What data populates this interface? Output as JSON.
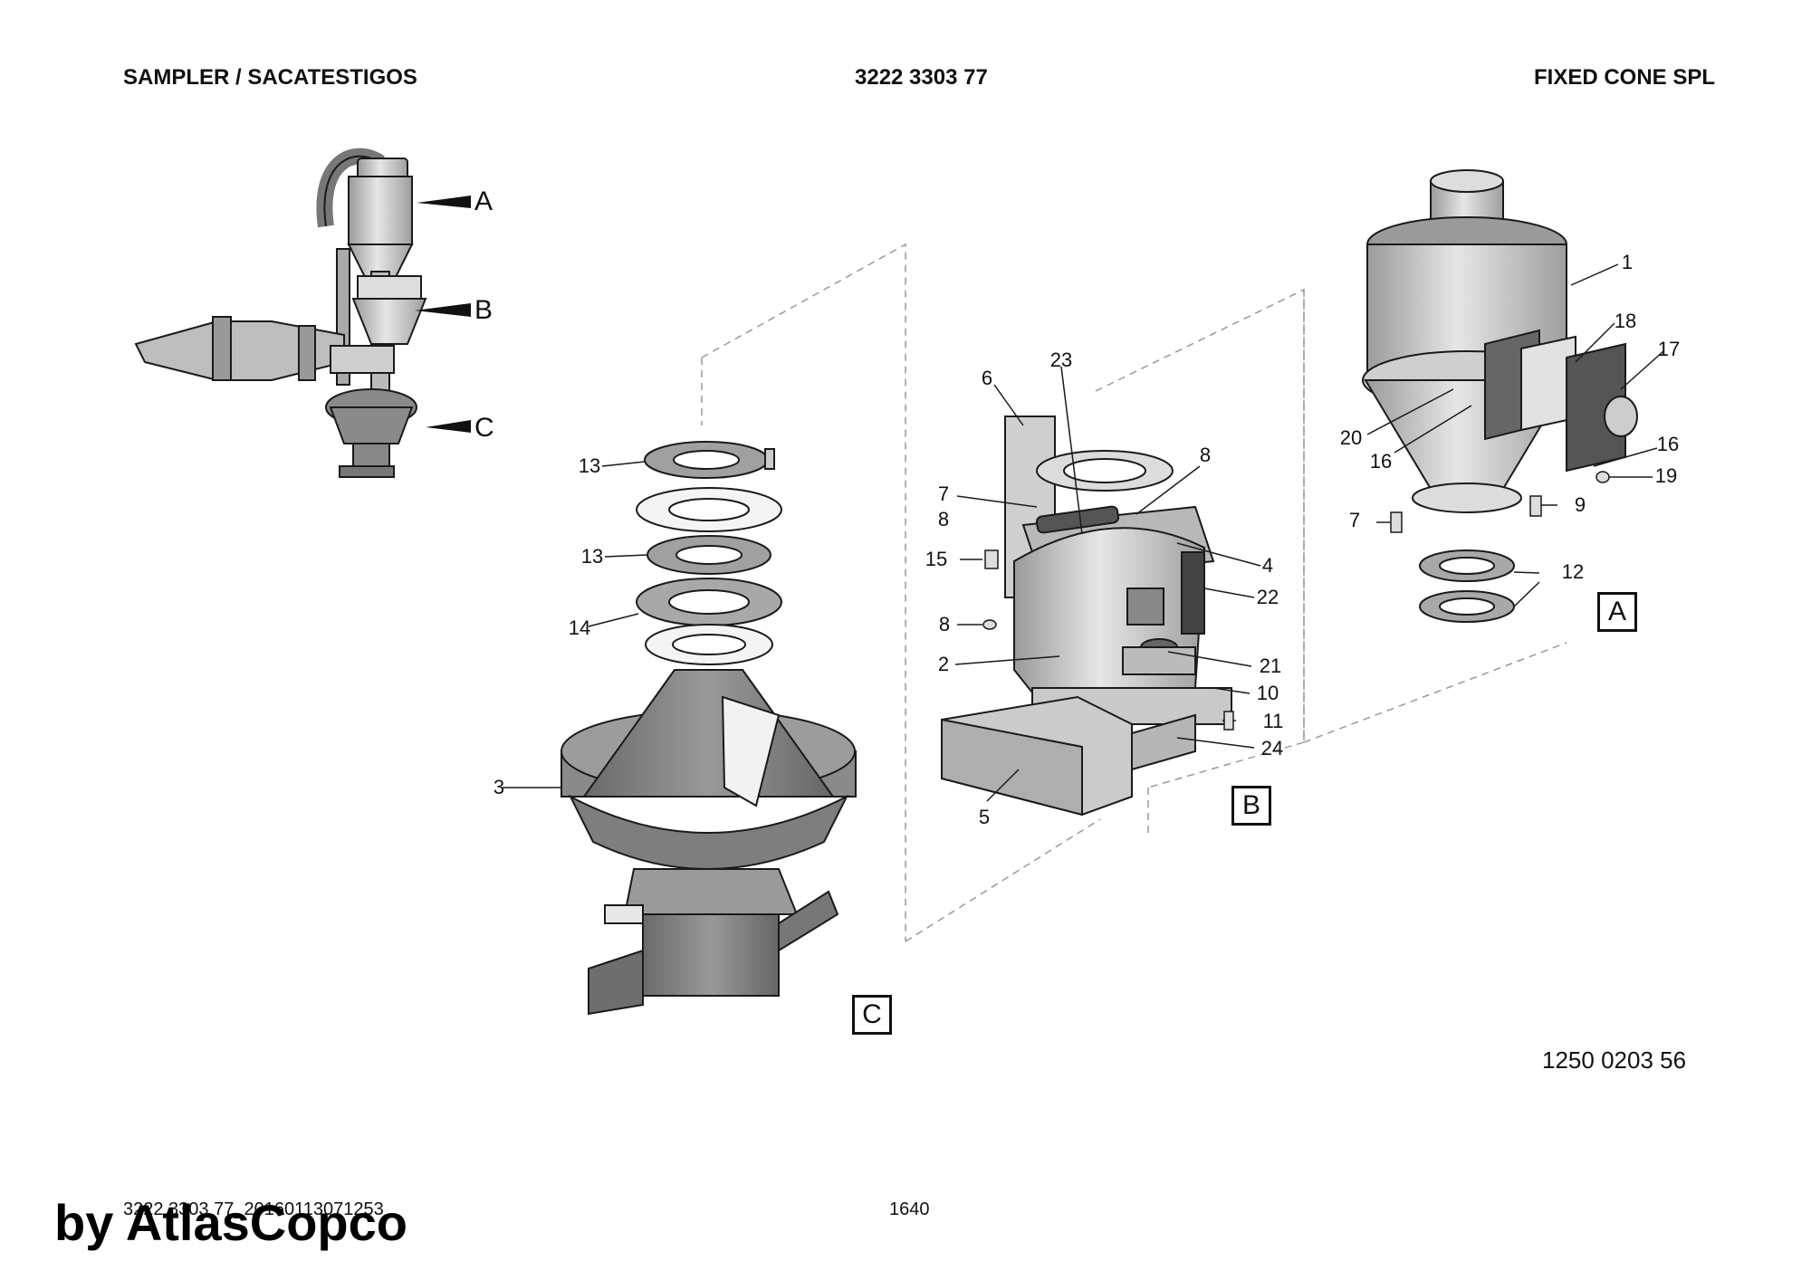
{
  "header": {
    "left": "SAMPLER / SACATESTIGOS",
    "center": "3222 3303 77",
    "right": "FIXED CONE SPL"
  },
  "overview_labels": [
    "A",
    "B",
    "C"
  ],
  "view_labels": {
    "a": "A",
    "b": "B",
    "c": "C"
  },
  "callouts_c": [
    "13",
    "13",
    "14",
    "3"
  ],
  "callouts_b": [
    "6",
    "23",
    "8",
    "7",
    "8",
    "15",
    "4",
    "22",
    "8",
    "2",
    "21",
    "10",
    "11",
    "24",
    "5"
  ],
  "callouts_a": [
    "1",
    "18",
    "17",
    "20",
    "16",
    "16",
    "19",
    "7",
    "9",
    "12"
  ],
  "drawing_number": "1250 0203 56",
  "footer": {
    "doc_id": "3222 3303 77_20160113071253",
    "page": "1640"
  },
  "watermark": "by AtlasCopco",
  "colors": {
    "line": "#1a1a1a",
    "metal": "#d4d4d4",
    "dark": "#7a7a7a",
    "mid": "#a8a8a8"
  }
}
